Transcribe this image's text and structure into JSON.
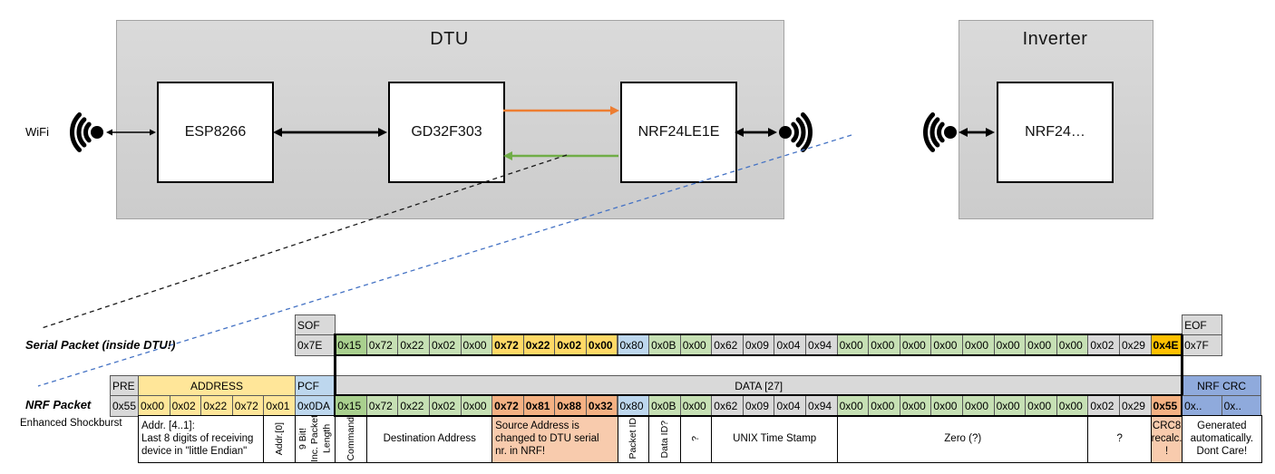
{
  "diagram": {
    "wifi_label": "WiFi",
    "dtu": {
      "title": "DTU",
      "components": [
        {
          "label": "ESP8266"
        },
        {
          "label": "GD32F303"
        },
        {
          "label": "NRF24LE1E"
        }
      ]
    },
    "inverter": {
      "title": "Inverter",
      "components": [
        {
          "label": "NRF24…"
        }
      ]
    }
  },
  "colors": {
    "orange_arrow": "#ED7D31",
    "green_arrow": "#70AD47",
    "dashed_black": "#1a1a1a",
    "dashed_blue": "#4472C4",
    "gray": "#D9D9D9",
    "green_dark": "#A9D08E",
    "green": "#C6E0B4",
    "yellow": "#FFE699",
    "yellow_bold": "#FFD966",
    "gold": "#FFC000",
    "blue": "#BDD7EE",
    "blue_dark": "#8FAADC",
    "salmon": "#F4B183",
    "salmon_light": "#F8CBAD",
    "white": "#FFFFFF"
  },
  "packet_table": {
    "serial": {
      "label": "Serial Packet (inside DTU!)",
      "sof_header": "SOF",
      "sof_value": "0x7E",
      "eof_header": "EOF",
      "eof_value": "0x7F",
      "data": [
        {
          "v": "0x15",
          "c": "green_dark"
        },
        {
          "v": "0x72",
          "c": "green"
        },
        {
          "v": "0x22",
          "c": "green"
        },
        {
          "v": "0x02",
          "c": "green"
        },
        {
          "v": "0x00",
          "c": "green"
        },
        {
          "v": "0x72",
          "c": "yellow_bold",
          "b": true
        },
        {
          "v": "0x22",
          "c": "yellow_bold",
          "b": true
        },
        {
          "v": "0x02",
          "c": "yellow_bold",
          "b": true
        },
        {
          "v": "0x00",
          "c": "yellow_bold",
          "b": true
        },
        {
          "v": "0x80",
          "c": "blue"
        },
        {
          "v": "0x0B",
          "c": "green"
        },
        {
          "v": "0x00",
          "c": "green"
        },
        {
          "v": "0x62",
          "c": "gray"
        },
        {
          "v": "0x09",
          "c": "gray"
        },
        {
          "v": "0x04",
          "c": "gray"
        },
        {
          "v": "0x94",
          "c": "gray"
        },
        {
          "v": "0x00",
          "c": "green"
        },
        {
          "v": "0x00",
          "c": "green"
        },
        {
          "v": "0x00",
          "c": "green"
        },
        {
          "v": "0x00",
          "c": "green"
        },
        {
          "v": "0x00",
          "c": "green"
        },
        {
          "v": "0x00",
          "c": "green"
        },
        {
          "v": "0x00",
          "c": "green"
        },
        {
          "v": "0x00",
          "c": "green"
        },
        {
          "v": "0x02",
          "c": "gray"
        },
        {
          "v": "0x29",
          "c": "gray"
        },
        {
          "v": "0x4E",
          "c": "gold",
          "b": true
        }
      ]
    },
    "nrf": {
      "label": "NRF Packet",
      "sublabel": "Enhanced Shockburst",
      "pre_header": "PRE",
      "pre_value": "0x55",
      "address_header": "ADDRESS",
      "address_values": [
        "0x00",
        "0x02",
        "0x22",
        "0x72",
        "0x01"
      ],
      "pcf_header": "PCF",
      "pcf_value": "0x0DA",
      "data_header": "DATA [27]",
      "data": [
        {
          "v": "0x15",
          "c": "green_dark"
        },
        {
          "v": "0x72",
          "c": "green"
        },
        {
          "v": "0x22",
          "c": "green"
        },
        {
          "v": "0x02",
          "c": "green"
        },
        {
          "v": "0x00",
          "c": "green"
        },
        {
          "v": "0x72",
          "c": "salmon",
          "b": true
        },
        {
          "v": "0x81",
          "c": "salmon",
          "b": true
        },
        {
          "v": "0x88",
          "c": "salmon",
          "b": true
        },
        {
          "v": "0x32",
          "c": "salmon",
          "b": true
        },
        {
          "v": "0x80",
          "c": "blue"
        },
        {
          "v": "0x0B",
          "c": "green"
        },
        {
          "v": "0x00",
          "c": "green"
        },
        {
          "v": "0x62",
          "c": "gray"
        },
        {
          "v": "0x09",
          "c": "gray"
        },
        {
          "v": "0x04",
          "c": "gray"
        },
        {
          "v": "0x94",
          "c": "gray"
        },
        {
          "v": "0x00",
          "c": "green"
        },
        {
          "v": "0x00",
          "c": "green"
        },
        {
          "v": "0x00",
          "c": "green"
        },
        {
          "v": "0x00",
          "c": "green"
        },
        {
          "v": "0x00",
          "c": "green"
        },
        {
          "v": "0x00",
          "c": "green"
        },
        {
          "v": "0x00",
          "c": "green"
        },
        {
          "v": "0x00",
          "c": "green"
        },
        {
          "v": "0x02",
          "c": "gray"
        },
        {
          "v": "0x29",
          "c": "gray"
        },
        {
          "v": "0x55",
          "c": "salmon",
          "b": true
        }
      ],
      "crc_header": "NRF CRC",
      "crc_values": [
        "0x..",
        "0x.."
      ]
    },
    "annotations": [
      {
        "start": 1,
        "span": 4,
        "align": "left",
        "text": "Addr. [4..1]:\nLast 8 digits of receiving\ndevice in \"little Endian\""
      },
      {
        "start": 5,
        "span": 1,
        "rot": true,
        "text": "Addr.[0]"
      },
      {
        "start": 6,
        "span": 1,
        "rot": true,
        "text": "9 Bit!\nInc. Packet\nLength"
      },
      {
        "start": 7,
        "span": 1,
        "rot": true,
        "text": "Command"
      },
      {
        "start": 8,
        "span": 4,
        "text": "Destination Address"
      },
      {
        "start": 12,
        "span": 4,
        "bg": "salmon_light",
        "align": "left",
        "text": "Source Address is\nchanged to DTU serial\nnr. in NRF!"
      },
      {
        "start": 16,
        "span": 1,
        "rot": true,
        "text": "Packet ID"
      },
      {
        "start": 17,
        "span": 1,
        "rot": true,
        "text": "Data ID?"
      },
      {
        "start": 18,
        "span": 1,
        "rot": true,
        "text": "?"
      },
      {
        "start": 19,
        "span": 4,
        "text": "UNIX Time Stamp"
      },
      {
        "start": 23,
        "span": 8,
        "text": "Zero (?)"
      },
      {
        "start": 31,
        "span": 2,
        "text": "?"
      },
      {
        "start": 33,
        "span": 1,
        "bg": "salmon_light",
        "text": "CRC8\nrecalc.\n!"
      },
      {
        "start": 34,
        "span": 2,
        "text": "Generated\nautomatically.\nDont Care!"
      }
    ]
  }
}
